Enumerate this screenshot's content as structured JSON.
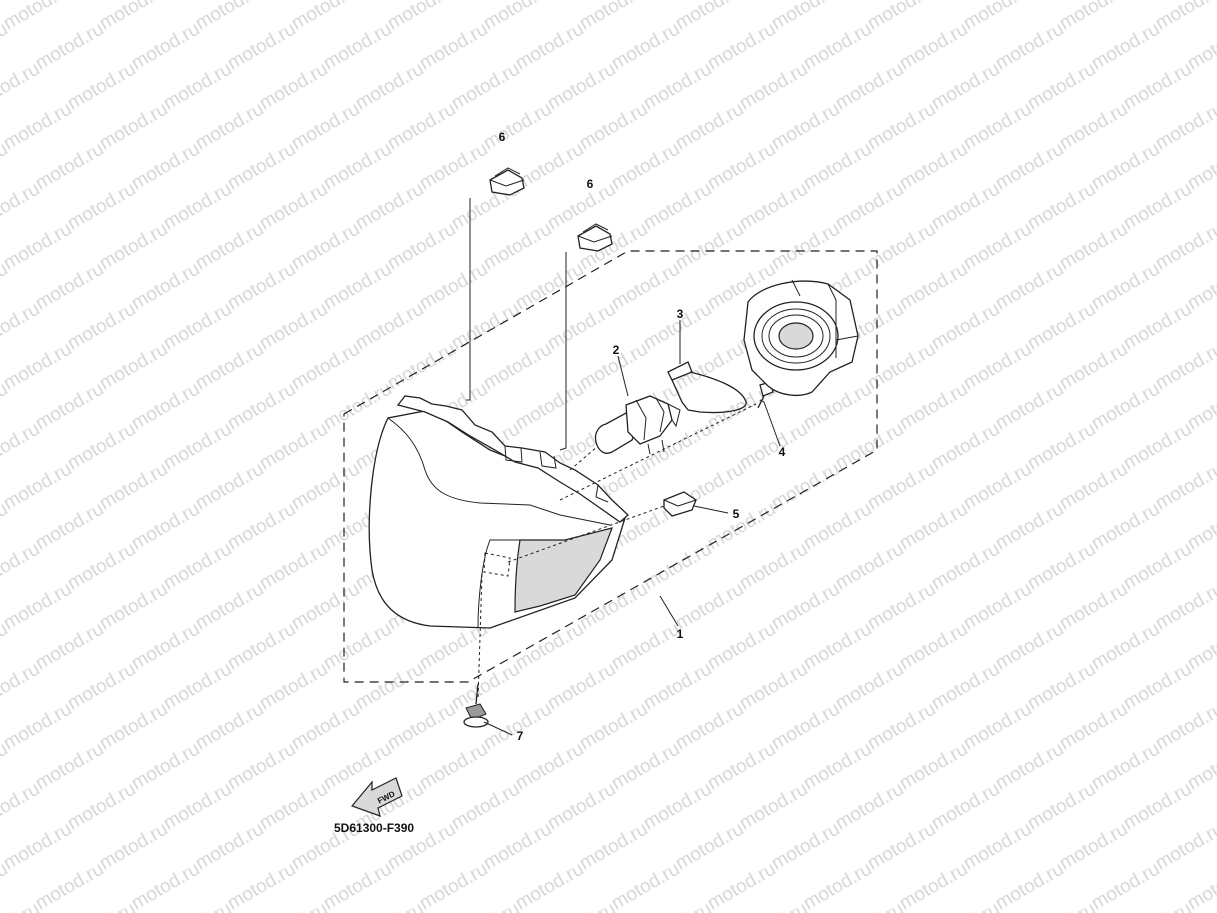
{
  "watermark": {
    "text": "motod.ru",
    "color": "#d6d6d6"
  },
  "diagram": {
    "figure_code": "5D61300-F390",
    "fwd_label": "FWD",
    "callouts": [
      {
        "id": "1",
        "label": "1",
        "part": "headlight-assembly"
      },
      {
        "id": "2",
        "label": "2",
        "part": "bulb"
      },
      {
        "id": "3",
        "label": "3",
        "part": "bulb-retainer-spring"
      },
      {
        "id": "4",
        "label": "4",
        "part": "screw"
      },
      {
        "id": "5",
        "label": "5",
        "part": "nut"
      },
      {
        "id": "6a",
        "label": "6",
        "part": "clip"
      },
      {
        "id": "6b",
        "label": "6",
        "part": "clip"
      },
      {
        "id": "7",
        "label": "7",
        "part": "bolt"
      }
    ]
  }
}
